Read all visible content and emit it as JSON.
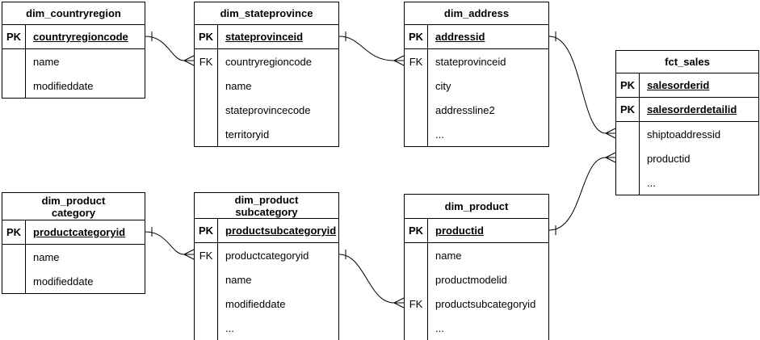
{
  "diagram": {
    "type": "entity-relationship",
    "notation": "crow-foot",
    "colors": {
      "line": "#000000",
      "background": "#ffffff",
      "entity_fill": "#ffffff",
      "text": "#000000"
    },
    "tables": [
      {
        "title": "dim_countryregion",
        "rows": [
          {
            "key": "PK",
            "name": "countryregioncode"
          },
          {
            "key": "",
            "name": "name"
          },
          {
            "key": "",
            "name": "modifieddate"
          }
        ]
      },
      {
        "title": "dim_stateprovince",
        "rows": [
          {
            "key": "PK",
            "name": "stateprovinceid"
          },
          {
            "key": "FK",
            "name": "countryregioncode"
          },
          {
            "key": "",
            "name": "name"
          },
          {
            "key": "",
            "name": "stateprovincecode"
          },
          {
            "key": "",
            "name": "territoryid"
          }
        ]
      },
      {
        "title": "dim_address",
        "rows": [
          {
            "key": "PK",
            "name": "addressid"
          },
          {
            "key": "FK",
            "name": "stateprovinceid"
          },
          {
            "key": "",
            "name": "city"
          },
          {
            "key": "",
            "name": "addressline2"
          },
          {
            "key": "",
            "name": "..."
          }
        ]
      },
      {
        "title": "fct_sales",
        "rows": [
          {
            "key": "PK",
            "name": "salesorderid"
          },
          {
            "key": "PK",
            "name": "salesorderdetailid"
          },
          {
            "key": "",
            "name": "shiptoaddressid"
          },
          {
            "key": "",
            "name": "productid"
          },
          {
            "key": "",
            "name": "..."
          }
        ]
      },
      {
        "title": "dim_product\ncategory",
        "rows": [
          {
            "key": "PK",
            "name": "productcategoryid"
          },
          {
            "key": "",
            "name": "name"
          },
          {
            "key": "",
            "name": "modifieddate"
          }
        ]
      },
      {
        "title": "dim_product\nsubcategory",
        "rows": [
          {
            "key": "PK",
            "name": "productsubcategoryid"
          },
          {
            "key": "FK",
            "name": "productcategoryid"
          },
          {
            "key": "",
            "name": "name"
          },
          {
            "key": "",
            "name": "modifieddate"
          },
          {
            "key": "",
            "name": "..."
          }
        ]
      },
      {
        "title": "dim_product",
        "rows": [
          {
            "key": "PK",
            "name": "productid"
          },
          {
            "key": "",
            "name": "name"
          },
          {
            "key": "",
            "name": "productmodelid"
          },
          {
            "key": "FK",
            "name": "productsubcategoryid"
          },
          {
            "key": "",
            "name": "..."
          }
        ]
      }
    ],
    "relationships": [
      {
        "from": "dim_countryregion.countryregioncode",
        "to": "dim_stateprovince.countryregioncode",
        "cardinality": "one-to-many"
      },
      {
        "from": "dim_stateprovince.stateprovinceid",
        "to": "dim_address.stateprovinceid",
        "cardinality": "one-to-many"
      },
      {
        "from": "dim_address.addressid",
        "to": "fct_sales.shiptoaddressid",
        "cardinality": "one-to-many"
      },
      {
        "from": "dim_product.productid",
        "to": "fct_sales.productid",
        "cardinality": "one-to-many"
      },
      {
        "from": "dim_productcategory.productcategoryid",
        "to": "dim_productsubcategory.productcategoryid",
        "cardinality": "one-to-many"
      },
      {
        "from": "dim_productsubcategory.productsubcategoryid",
        "to": "dim_product.productsubcategoryid",
        "cardinality": "one-to-many"
      }
    ]
  }
}
